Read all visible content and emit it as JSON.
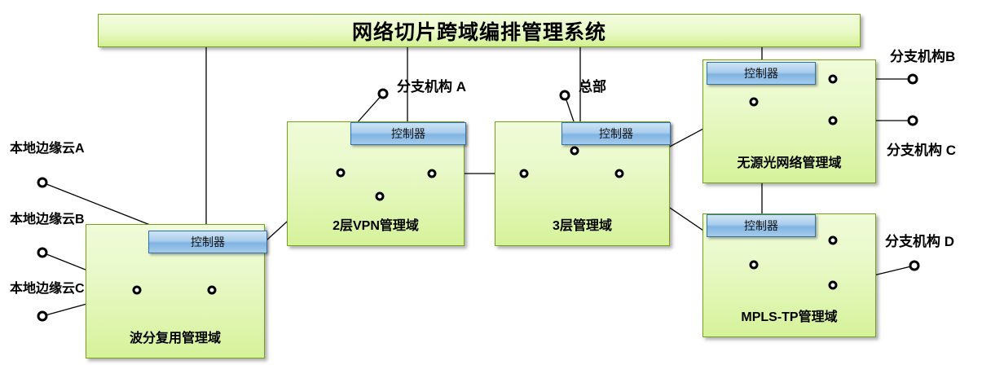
{
  "diagram": {
    "title": "网络切片跨域编排管理系统",
    "controller_label": "控制器",
    "domains": [
      {
        "id": "wdm",
        "label": "波分复用管理域"
      },
      {
        "id": "l2vpn",
        "label": "2层VPN管理域"
      },
      {
        "id": "l3",
        "label": "3层管理域"
      },
      {
        "id": "pon",
        "label": "无源光网络管理域"
      },
      {
        "id": "mpls",
        "label": "MPLS-TP管理域"
      }
    ],
    "controllers": [
      {
        "domain": "wdm",
        "label": "控制器"
      },
      {
        "domain": "l2vpn",
        "label": "控制器"
      },
      {
        "domain": "l3",
        "label": "控制器"
      },
      {
        "domain": "pon",
        "label": "控制器"
      },
      {
        "domain": "mpls",
        "label": "控制器"
      }
    ],
    "external_labels": [
      {
        "id": "edge-cloud-a",
        "text": "本地边缘云A"
      },
      {
        "id": "edge-cloud-b",
        "text": "本地边缘云B"
      },
      {
        "id": "edge-cloud-c",
        "text": "本地边缘云C"
      },
      {
        "id": "branch-a",
        "text": "分支机构 A"
      },
      {
        "id": "headquarters",
        "text": "总部"
      },
      {
        "id": "branch-b",
        "text": "分支机构B"
      },
      {
        "id": "branch-c",
        "text": "分支机构 C"
      },
      {
        "id": "branch-d",
        "text": "分支机构 D"
      }
    ],
    "colors": {
      "panel_border": "#76a21a",
      "panel_fill_top": "#f0fbd8",
      "panel_fill_bottom": "#d6f29a",
      "controller_border": "#2f72b0",
      "controller_fill": "#7fb3e2",
      "link": "#000000"
    }
  }
}
